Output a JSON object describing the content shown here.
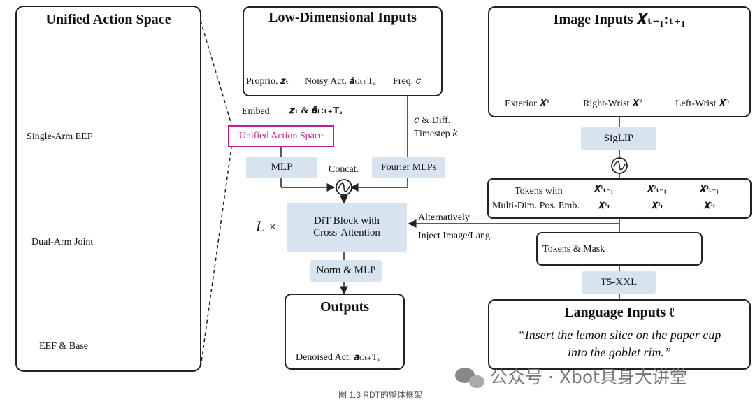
{
  "left_panel": {
    "title": "Unified Action Space",
    "robots": [
      {
        "label": "Single-Arm EEF"
      },
      {
        "label": "Dual-Arm Joint"
      },
      {
        "label": "EEF & Base"
      }
    ]
  },
  "low_dim": {
    "title": "Low-Dimensional Inputs",
    "proprio": "Proprio. 𝒛ₜ",
    "noisy": "Noisy Act. 𝒂̃ₜ:ₜ₊Tₐ",
    "freq": "Freq. 𝑐"
  },
  "center": {
    "embed": "Embed",
    "z_a": "𝒛ₜ & 𝒂̃ₜ:ₜ₊Tₐ",
    "unified_box": "Unified Action Space",
    "c_diff_line1": "𝑐 & Diff.",
    "c_diff_line2": "Timestep 𝑘",
    "mlp": "MLP",
    "concat": "Concat.",
    "fourier": "Fourier MLPs",
    "dit_line1": "DiT Block with",
    "dit_line2": "Cross-Attention",
    "l_times": "𝐿 ×",
    "alt_line1": "Alternatively",
    "alt_line2": "Inject Image/Lang.",
    "norm_mlp": "Norm & MLP"
  },
  "outputs": {
    "title": "Outputs",
    "label": "Denoised Act. 𝒂ₜ:ₜ₊Tₐ"
  },
  "image_inputs": {
    "title": "Image Inputs 𝑿ₜ₋₁:ₜ₊₁",
    "views": [
      {
        "label": "Exterior 𝑿¹"
      },
      {
        "label": "Right-Wrist 𝑿²"
      },
      {
        "label": "Left-Wrist 𝑿³"
      }
    ]
  },
  "siglip": "SigLIP",
  "tokens_pos": {
    "line1": "Tokens with",
    "line2": "Multi-Dim. Pos. Emb.",
    "sym_top": [
      "𝑿¹ₜ₋₁",
      "𝑿²ₜ₋₁",
      "𝑿³ₜ₋₁"
    ],
    "sym_bot": [
      "𝑿¹ₜ",
      "𝑿²ₜ",
      "𝑿³ₜ"
    ]
  },
  "tokens_mask": "Tokens & Mask",
  "t5": "T5-XXL",
  "language": {
    "title": "Language Inputs ℓ",
    "quote_line1": "“Insert the lemon slice on the paper cup",
    "quote_line2": "into the goblet rim.”"
  },
  "caption": "图   1.3 RDT的整体框架",
  "watermark": "公众号 · Xbot具身大讲堂",
  "colors": {
    "panel_border": "#222222",
    "blue_box": "#d7e4f0",
    "magenta": "#c0208f",
    "pink_band": "#f0c6e4",
    "token_green": "#6a9a55",
    "token_gray": "#666666"
  }
}
